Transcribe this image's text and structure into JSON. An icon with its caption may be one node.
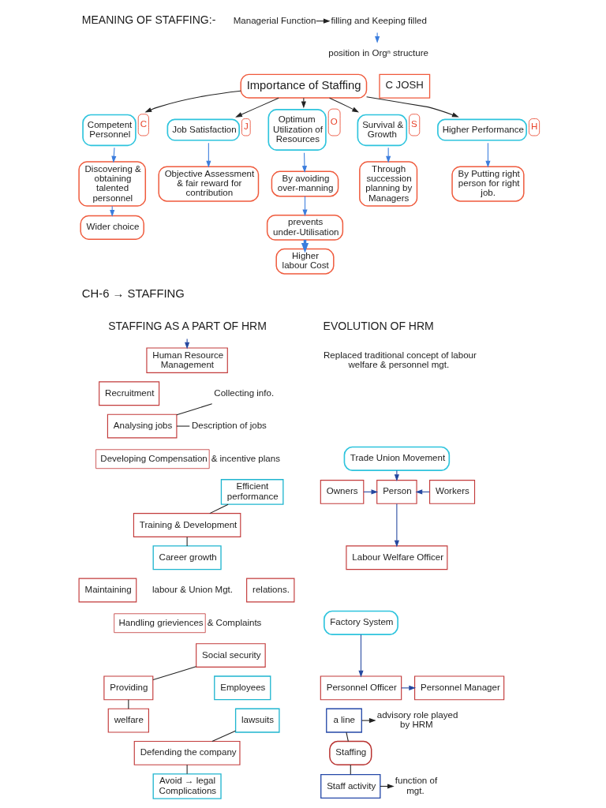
{
  "diagram": {
    "nodes": [
      {
        "text": [
          "Managerial Function"
        ]
      },
      {
        "text": [
          "filling and Keeping filled"
        ]
      },
      {
        "text": [
          "position in Orgⁿ structure"
        ]
      },
      {
        "text": [
          "Importance of Staffing"
        ]
      },
      {
        "text": [
          "C JOSH"
        ]
      },
      {
        "text": [
          "Competent Personnel"
        ],
        "beside": [
          "C"
        ]
      },
      {
        "text": [
          "Discovering & obtaining talented personnel"
        ]
      },
      {
        "text": [
          "Wider choice"
        ]
      },
      {
        "text": [
          "Job Satisfaction"
        ],
        "beside": [
          "J"
        ]
      },
      {
        "text": [
          "Objective Assessment & fair reward for contribution"
        ]
      },
      {
        "text": [
          "Optimum Utilization of Resources"
        ],
        "beside": [
          "O"
        ]
      },
      {
        "text": [
          "By avoiding over-manning"
        ]
      },
      {
        "text": [
          "prevents under-Utilisation"
        ]
      },
      {
        "text": [
          "Higher labour Cost"
        ]
      },
      {
        "text": [
          "Survival & Growth"
        ],
        "beside": [
          "S"
        ]
      },
      {
        "text": [
          "Through succession planning by Managers"
        ]
      },
      {
        "text": [
          "Higher Performance"
        ],
        "beside": [
          "H"
        ]
      },
      {
        "text": [
          "By Putting right person for right job."
        ]
      },
      {
        "text": [
          "STAFFING AS A PART OF HRM"
        ]
      },
      {
        "text": [
          "Human Resource Management"
        ]
      },
      {
        "text": [
          "Recruitment"
        ]
      },
      {
        "text": [
          "Analysing jobs"
        ]
      },
      {
        "text": [
          "Collecting info."
        ]
      },
      {
        "text": [
          "Description of jobs"
        ]
      },
      {
        "text": [
          "Developing Compensation"
        ],
        "beside": [
          "& incentive plans"
        ]
      },
      {
        "text": [
          "Training & Development"
        ]
      },
      {
        "text": [
          "Efficient performance"
        ]
      },
      {
        "text": [
          "Career growth"
        ]
      },
      {
        "text": [
          "Maintaining"
        ]
      },
      {
        "text": [
          "relations."
        ]
      },
      {
        "text": [
          "Handling grieviences"
        ],
        "beside": [
          "& Complaints"
        ]
      },
      {
        "text": [
          "Providing"
        ]
      },
      {
        "text": [
          "Social security"
        ]
      },
      {
        "text": [
          "welfare"
        ]
      },
      {
        "text": [
          "Employees"
        ]
      },
      {
        "text": [
          "Defending the company"
        ]
      },
      {
        "text": [
          "lawsuits"
        ]
      },
      {
        "text": [
          "Avoid → legal Complications"
        ]
      },
      {
        "text": [
          "Trade Union Movement"
        ]
      },
      {
        "text": [
          "Owners"
        ]
      },
      {
        "text": [
          "Person"
        ]
      },
      {
        "text": [
          "Workers"
        ]
      },
      {
        "text": [
          "Labour Welfare Officer"
        ]
      },
      {
        "text": [
          "Factory System"
        ]
      },
      {
        "text": [
          "Personnel Officer"
        ]
      },
      {
        "text": [
          "Personnel Manager"
        ]
      },
      {
        "text": [
          "Staffing"
        ]
      },
      {
        "text": [
          "a line"
        ]
      },
      {
        "text": [
          "advisory role played by HRM"
        ]
      },
      {
        "text": [
          "Staff activity"
        ]
      },
      {
        "text": [
          "function of mgt."
        ]
      }
    ],
    "edges": [
      {
        "from": 0,
        "to": 1,
        "arrow": "to"
      },
      {
        "from": 1,
        "to": 2,
        "arrow": "to",
        "color": "#3b7ddd"
      },
      {
        "from": 3,
        "to": 5,
        "arrow": "to"
      },
      {
        "from": 3,
        "to": 8,
        "arrow": "to"
      },
      {
        "from": 3,
        "to": 10,
        "arrow": "to"
      },
      {
        "from": 3,
        "to": 14,
        "arrow": "to"
      },
      {
        "from": 3,
        "to": 16,
        "arrow": "to"
      },
      {
        "from": 5,
        "to": 6,
        "arrow": "to",
        "color": "#3b7ddd"
      },
      {
        "from": 6,
        "to": 7,
        "arrow": "to",
        "color": "#3b7ddd"
      },
      {
        "from": 8,
        "to": 9,
        "arrow": "to",
        "color": "#3b7ddd"
      },
      {
        "from": 10,
        "to": 11,
        "arrow": "to",
        "color": "#3b7ddd"
      },
      {
        "from": 11,
        "to": 12,
        "arrow": "to",
        "color": "#3b7ddd"
      },
      {
        "from": 12,
        "to": 13,
        "arrow": "to",
        "color": "#3b7ddd",
        "style": "thick"
      },
      {
        "from": 14,
        "to": 15,
        "arrow": "to",
        "color": "#3b7ddd"
      },
      {
        "from": 16,
        "to": 17,
        "arrow": "to",
        "color": "#3b7ddd"
      },
      {
        "from": 18,
        "to": 19,
        "arrow": "to",
        "color": "#24479f"
      },
      {
        "from": 21,
        "to": 22,
        "arrow": "none"
      },
      {
        "from": 21,
        "to": 23,
        "arrow": "none"
      },
      {
        "from": 25,
        "to": 26,
        "arrow": "none"
      },
      {
        "from": 25,
        "to": 27,
        "arrow": "none"
      },
      {
        "from": 31,
        "to": 32,
        "arrow": "none"
      },
      {
        "from": 31,
        "to": 33,
        "arrow": "none"
      },
      {
        "from": 35,
        "to": 36,
        "arrow": "none"
      },
      {
        "from": 35,
        "to": 37,
        "arrow": "none"
      },
      {
        "from": 38,
        "to": 40,
        "arrow": "to",
        "color": "#24479f"
      },
      {
        "from": 39,
        "to": 40,
        "arrow": "to",
        "color": "#24479f"
      },
      {
        "from": 41,
        "to": 40,
        "arrow": "to",
        "color": "#24479f"
      },
      {
        "from": 40,
        "to": 42,
        "arrow": "to",
        "color": "#24479f"
      },
      {
        "from": 43,
        "to": 44,
        "arrow": "to",
        "color": "#24479f"
      },
      {
        "from": 44,
        "to": 45,
        "arrow": "to",
        "color": "#24479f"
      },
      {
        "from": 46,
        "to": 47,
        "arrow": "none"
      },
      {
        "from": 46,
        "to": 49,
        "arrow": "none"
      },
      {
        "from": 47,
        "to": 48,
        "arrow": "to"
      },
      {
        "from": 49,
        "to": 50,
        "arrow": "to"
      }
    ],
    "labels": [
      "MEANING OF STAFFING:-",
      "CH-6 → STAFFING",
      "labour & Union Mgt.",
      "EVOLUTION OF HRM",
      "Replaced traditional concept of labour welfare & personnel mgt."
    ]
  }
}
